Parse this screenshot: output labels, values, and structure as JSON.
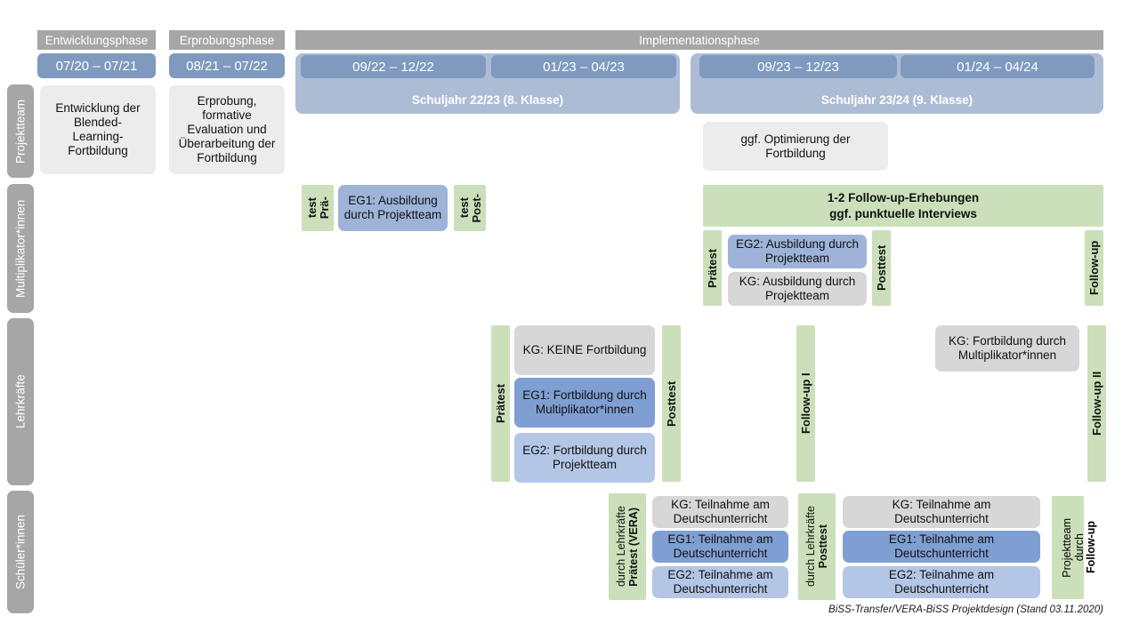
{
  "diagram": {
    "title_footer": "BiSS-Transfer/VERA-BiSS Projektdesign (Stand 03.11.2020)",
    "colors": {
      "grey_header": "#a6a6a6",
      "date_chip_blue": "#7f99bf",
      "year_band_blue": "#adbcd5",
      "card_grey_light": "#ececec",
      "card_grey": "#d7d7d7",
      "blue_mid": "#9db3d8",
      "blue_dark": "#7f9fd2",
      "blue_light": "#b3c6e6",
      "green": "#cbe0ba"
    }
  },
  "phases": [
    {
      "label": "Entwicklungsphase"
    },
    {
      "label": "Erprobungsphase"
    },
    {
      "label": "Implementationsphase"
    }
  ],
  "periods": [
    {
      "label": "07/20 – 07/21"
    },
    {
      "label": "08/21 – 07/22"
    },
    {
      "label": "09/22 – 12/22"
    },
    {
      "label": "01/23 – 04/23"
    },
    {
      "label": "09/23 – 12/23"
    },
    {
      "label": "01/24 – 04/24"
    }
  ],
  "school_years": [
    {
      "label": "Schuljahr 22/23 (8. Klasse)"
    },
    {
      "label": "Schuljahr 23/24 (9. Klasse)"
    }
  ],
  "rows": [
    {
      "label": "Projektteam"
    },
    {
      "label": "Multiplikator*innen"
    },
    {
      "label": "Lehrkräfte"
    },
    {
      "label": "Schüler*innen"
    }
  ],
  "projektteam": {
    "entwicklung": "Entwicklung der Blended-Learning-Fortbildung",
    "erprobung": "Erprobung, formative Evaluation und Überarbeitung der Fortbildung",
    "optimierung": "ggf. Optimierung der Fortbildung"
  },
  "multiplikatoren": {
    "praetest_l1": "Prä-",
    "praetest_l2": "test",
    "posttest_l1": "Post-",
    "posttest_l2": "test",
    "eg1": "EG1: Ausbildung durch Projektteam",
    "followup_banner_l1": "1-2 Follow-up-Erhebungen",
    "followup_banner_l2": "ggf. punktuelle Interviews",
    "praetest2": "Prätest",
    "posttest2": "Posttest",
    "eg2": "EG2: Ausbildung durch Projektteam",
    "kg": "KG: Ausbildung durch Projektteam",
    "followup": "Follow-up"
  },
  "lehrkraefte": {
    "praetest": "Prätest",
    "posttest": "Posttest",
    "kg_keine": "KG:  KEINE Fortbildung",
    "eg1": "EG1: Fortbildung durch Multiplikator*innen",
    "eg2": "EG2: Fortbildung durch Projektteam",
    "followup_1": "Follow-up I",
    "followup_2": "Follow-up II",
    "kg_fortbildung": "KG: Fortbildung durch Multiplikator*innen"
  },
  "schueler": {
    "praetest_bold": "Prätest (VERA)",
    "praetest_sub": "durch Lehrkräfte",
    "posttest_bold": "Posttest",
    "posttest_sub": "durch Lehrkräfte",
    "followup_bold": "Follow-up",
    "followup_sub1": "durch",
    "followup_sub2": "Projektteam",
    "kg": "KG: Teilnahme am Deutschunterricht",
    "eg1": "EG1: Teilnahme am Deutschunterricht",
    "eg2": "EG2: Teilnahme am Deutschunterricht"
  }
}
